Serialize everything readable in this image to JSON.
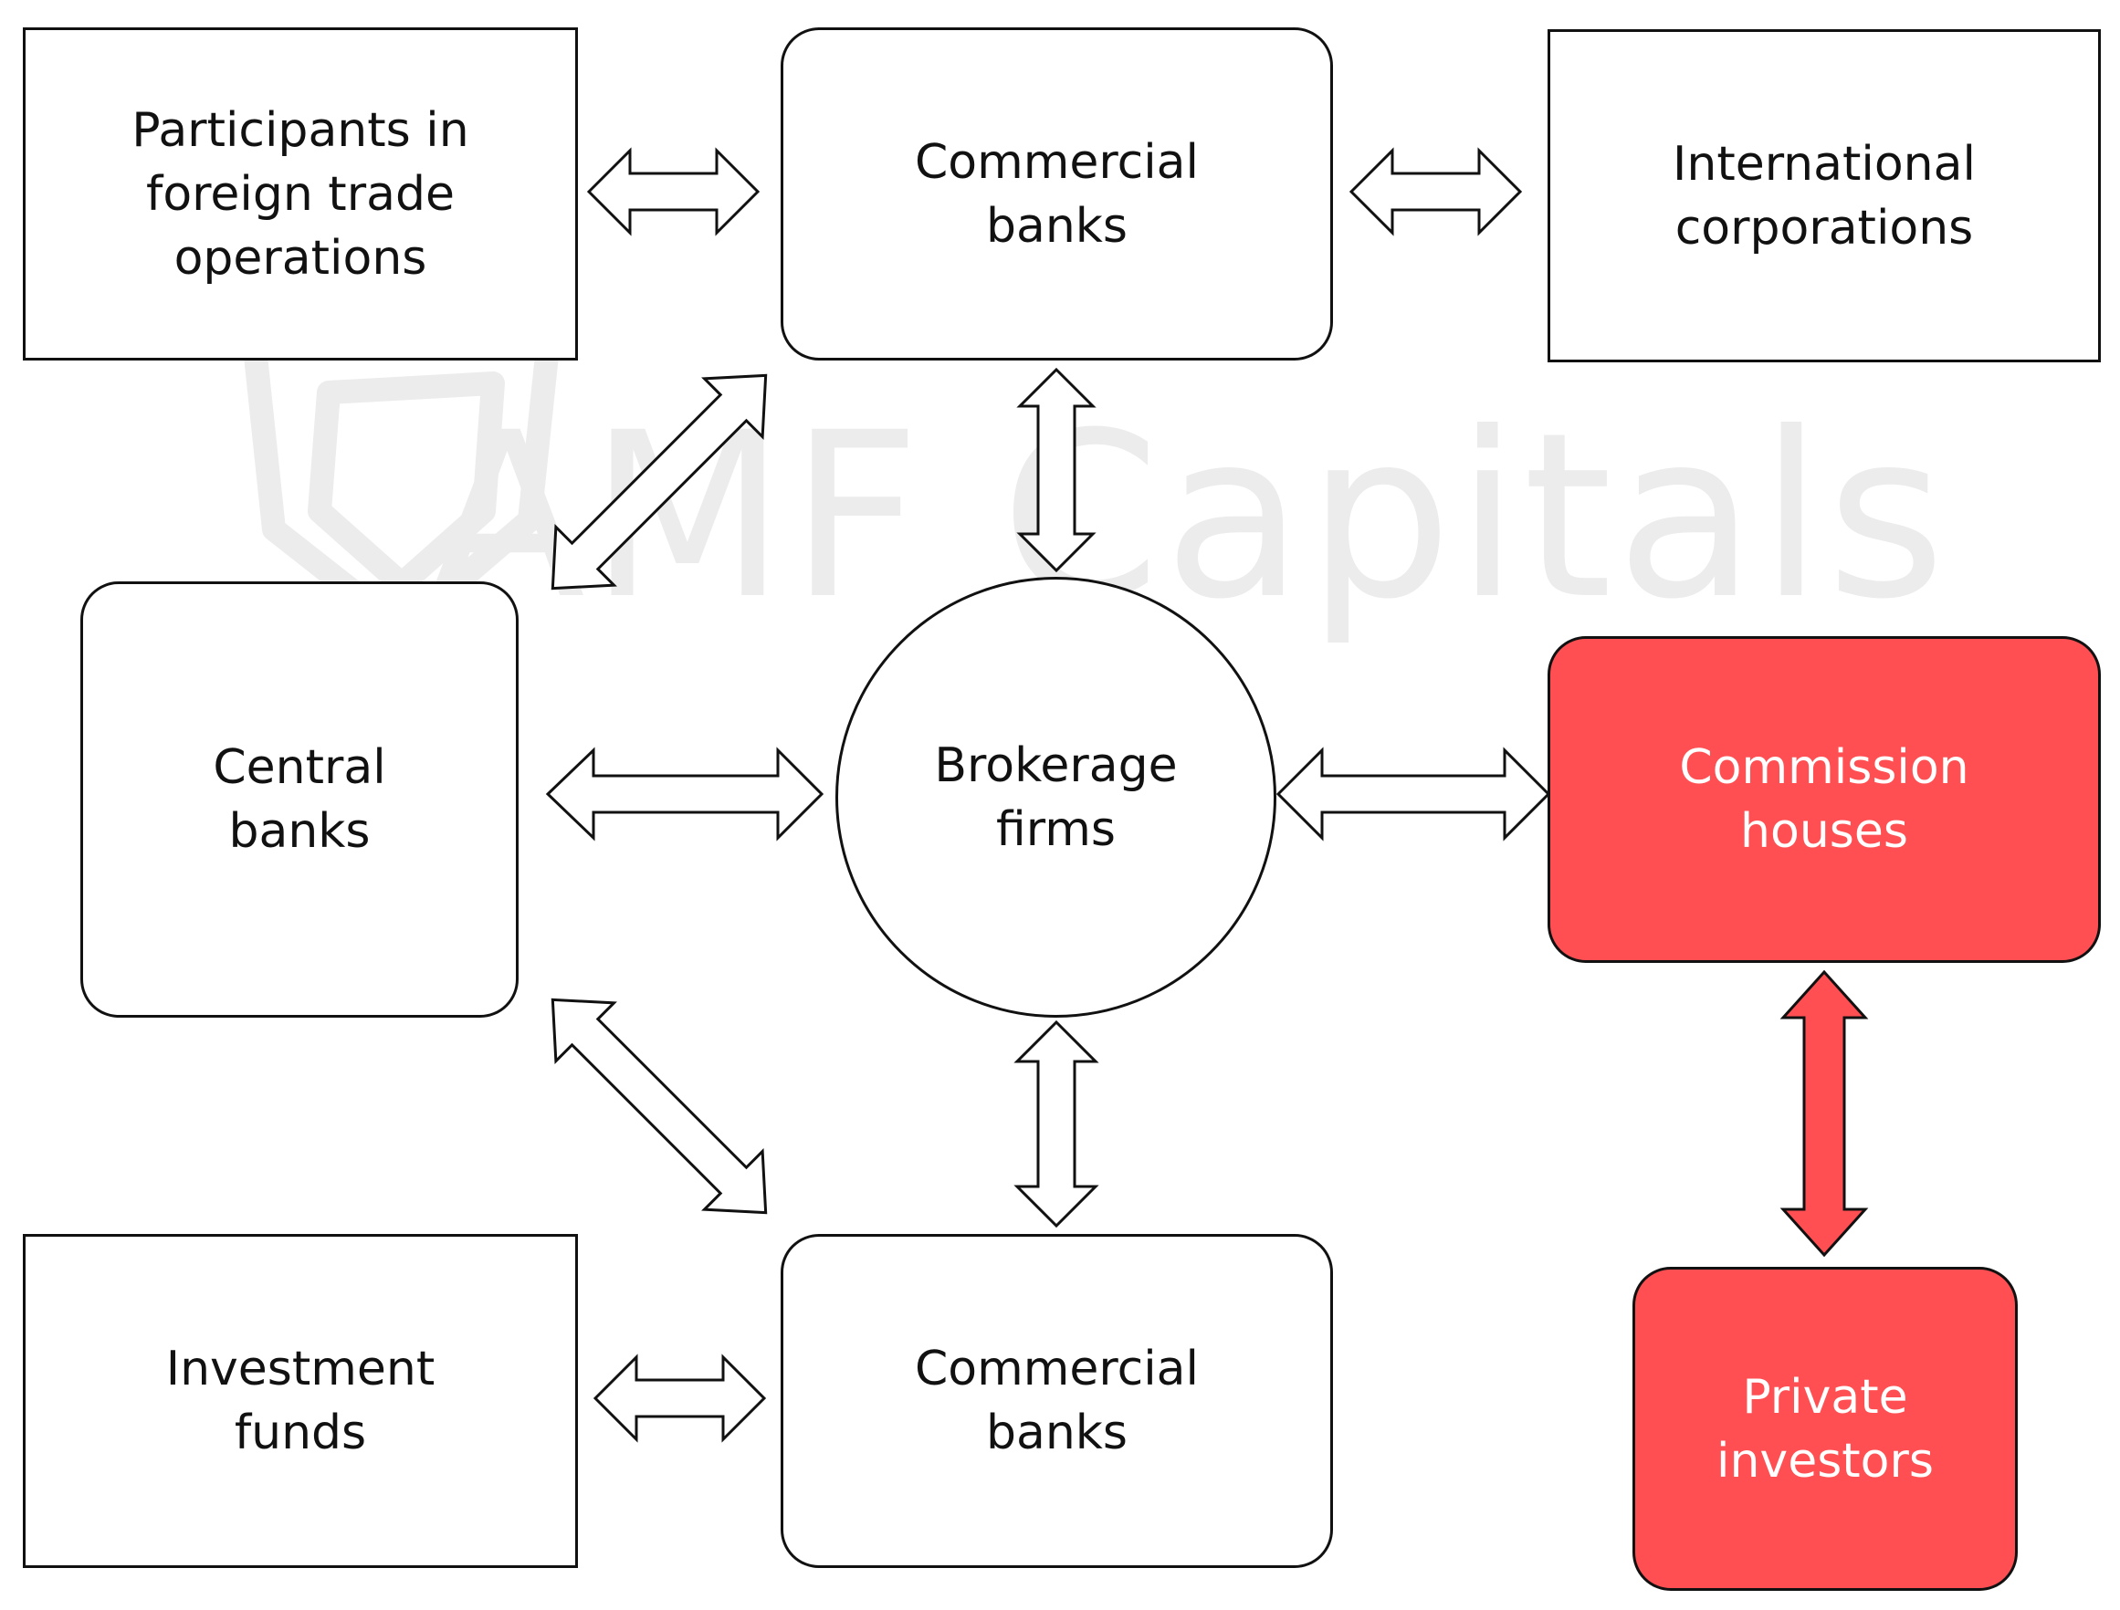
{
  "watermark": {
    "text": "AMF Capitals",
    "icon": "shield-icon",
    "color": "#ececec"
  },
  "colors": {
    "accent": "#ff4f52",
    "stroke": "#111111"
  },
  "nodes": {
    "participants": "Participants in\nforeign trade\noperations",
    "commercial_top": "Commercial\nbanks",
    "international": "International\ncorporations",
    "central": "Central\nbanks",
    "brokerage": "Brokerage\nfirms",
    "commission": "Commission\nhouses",
    "investment": "Investment\nfunds",
    "commercial_bottom": "Commercial\nbanks",
    "private": "Private\ninvestors"
  },
  "arrows": [
    {
      "from": "participants",
      "to": "commercial_top"
    },
    {
      "from": "commercial_top",
      "to": "international"
    },
    {
      "from": "commercial_top",
      "to": "central"
    },
    {
      "from": "commercial_top",
      "to": "brokerage"
    },
    {
      "from": "central",
      "to": "brokerage"
    },
    {
      "from": "brokerage",
      "to": "commission"
    },
    {
      "from": "central",
      "to": "commercial_bottom"
    },
    {
      "from": "brokerage",
      "to": "commercial_bottom"
    },
    {
      "from": "investment",
      "to": "commercial_bottom"
    },
    {
      "from": "commission",
      "to": "private",
      "highlight": true
    }
  ]
}
